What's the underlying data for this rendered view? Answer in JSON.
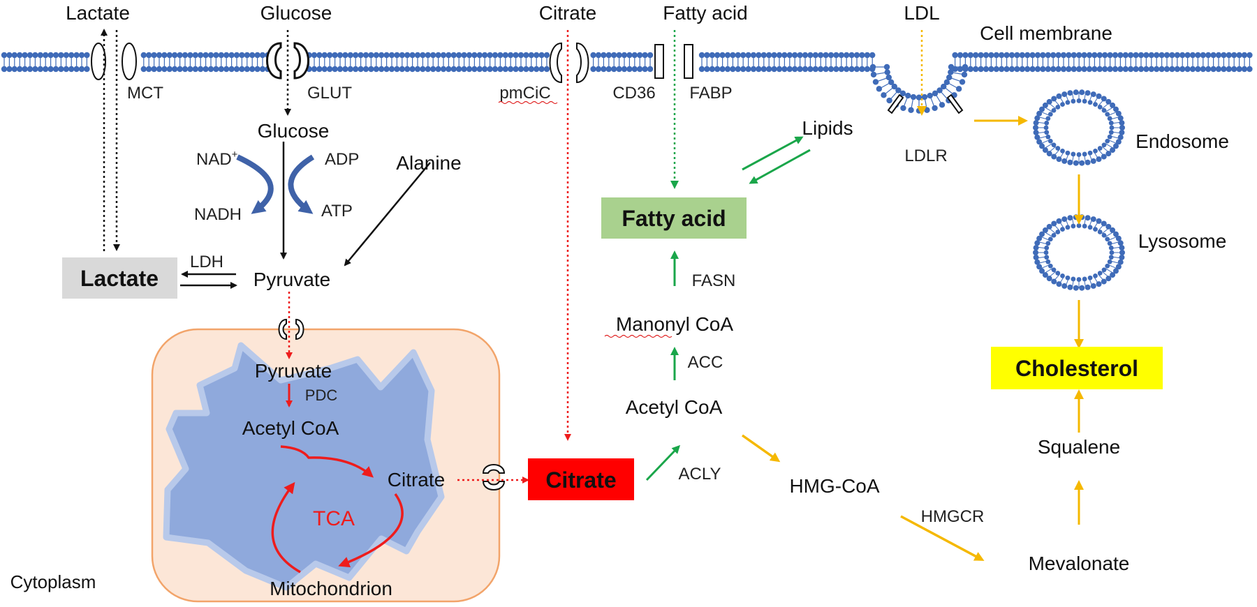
{
  "extracellular": {
    "lactate": "Lactate",
    "glucose": "Glucose",
    "citrate": "Citrate",
    "fatty_acid": "Fatty acid",
    "ldl": "LDL"
  },
  "membrane": {
    "label": "Cell membrane",
    "transporters": {
      "mct": "MCT",
      "glut": "GLUT",
      "pmcic": "pmCiC",
      "cd36": "CD36",
      "fabp": "FABP",
      "ldlr": "LDLR"
    }
  },
  "cytoplasm": {
    "label": "Cytoplasm",
    "glucose": "Glucose",
    "nad_plus": "NAD",
    "nad_sup": "+",
    "nadh": "NADH",
    "adp": "ADP",
    "atp": "ATP",
    "alanine": "Alanine",
    "lactate_box": "Lactate",
    "ldh": "LDH",
    "pyruvate": "Pyruvate",
    "citrate_box": "Citrate",
    "acly": "ACLY",
    "acetyl_coa": "Acetyl CoA",
    "acc": "ACC",
    "manonyl_coa": "Manonyl CoA",
    "fasn": "FASN",
    "fatty_acid_box": "Fatty acid",
    "lipids": "Lipids",
    "hmg_coa": "HMG-CoA",
    "hmgcr": "HMGCR",
    "mevalonate": "Mevalonate",
    "squalene": "Squalene",
    "cholesterol_box": "Cholesterol",
    "endosome": "Endosome",
    "lysosome": "Lysosome"
  },
  "mitochondrion": {
    "label": "Mitochondrion",
    "pyruvate": "Pyruvate",
    "pdc": "PDC",
    "acetyl_coa": "Acetyl CoA",
    "citrate": "Citrate",
    "tca": "TCA"
  },
  "colors": {
    "membrane_blue": "#3f6bb8",
    "mito_fill": "#8fa9dc",
    "mito_outer": "#fce6d7",
    "mito_border": "#f2a46a",
    "glycolysis_arrow": "#3f62a8",
    "red_path": "#ee1c1c",
    "green_path": "#1aa64a",
    "yellow_path": "#f5b800",
    "lactate_box": "#d9d9d9",
    "fatty_acid_box": "#a9d18e",
    "citrate_box": "#ff0000",
    "cholesterol_box": "#ffff00"
  }
}
